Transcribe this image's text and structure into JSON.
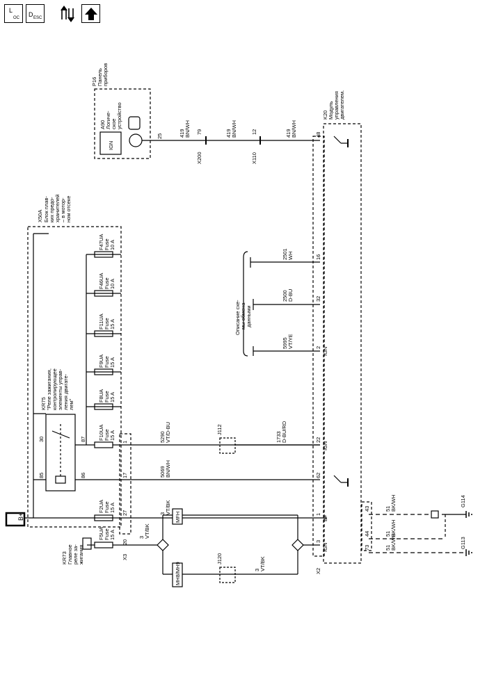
{
  "toolbar": {
    "loc_label": "L",
    "loc_sub": "OC",
    "desc_label": "D",
    "desc_sub": "ESC"
  },
  "battery": {
    "label": "B+"
  },
  "fuse_block": {
    "id": "X50A",
    "name": [
      "Блок плав-",
      "ких предо-",
      "хранителей",
      "– в мотор-",
      "ном отсеке"
    ],
    "connector": "X3",
    "fuses": [
      {
        "id": "F47UA",
        "type": "Fuse",
        "rating": "10 A"
      },
      {
        "id": "F46UA",
        "type": "Fuse",
        "rating": "10 A"
      },
      {
        "id": "F11UA",
        "type": "Fuse",
        "rating": "15 A"
      },
      {
        "id": "F9UA",
        "type": "Fuse",
        "rating": "15 A"
      },
      {
        "id": "F8UA",
        "type": "Fuse",
        "rating": "15 A"
      },
      {
        "id": "F10UA",
        "type": "Fuse",
        "rating": "15 A"
      },
      {
        "id": "F2UA",
        "type": "Fuse",
        "rating": "15 A"
      },
      {
        "id": "F5UA",
        "type": "Fuse",
        "rating": "15 A"
      }
    ],
    "pins": [
      "1",
      "17",
      "27",
      "20"
    ]
  },
  "relay_kr75": {
    "id": "KR75",
    "name": [
      "\"Реле зажигания,",
      "контролирующее",
      "элементы управ-",
      "ления двигате-",
      "лем\""
    ],
    "pins": [
      "30",
      "85",
      "86",
      "87"
    ]
  },
  "relay_kr73": {
    "id": "KR73",
    "name": [
      "Главное",
      "реле за-",
      "жигания"
    ]
  },
  "instrument_panel": {
    "id": "P16",
    "name": [
      "Панель",
      "приборов"
    ],
    "indicator_id": "A90",
    "indicator_name": [
      "Логиче-",
      "ское",
      "устройство"
    ],
    "ign_label": "IGN",
    "pin": "25"
  },
  "ecm": {
    "id": "K20",
    "name": [
      "Модуль",
      "управления",
      "двигателем."
    ],
    "connector": "X2",
    "pins": [
      "48",
      "16",
      "32",
      "2",
      "22",
      "62",
      "1",
      "3",
      "43",
      "44",
      "73"
    ],
    "pin_labels": [
      "IGN",
      "IGN",
      "B+",
      "IGN"
    ]
  },
  "wires": [
    {
      "circuit": "419",
      "color": "BN/WH"
    },
    {
      "circuit": "419",
      "color": "BN/WH"
    },
    {
      "circuit": "419",
      "color": "BN/WH"
    },
    {
      "circuit": "2501",
      "color": "WH"
    },
    {
      "circuit": "2500",
      "color": "D-BU"
    },
    {
      "circuit": "5995",
      "color": "VT/YE"
    },
    {
      "circuit": "5290",
      "color": "VT/D-BU"
    },
    {
      "circuit": "1733",
      "color": "D-BU/RD"
    },
    {
      "circuit": "5069",
      "color": "BN/WH"
    },
    {
      "circuit": "3",
      "color": "VT/BK"
    },
    {
      "circuit": "3",
      "color": "VT/BK"
    },
    {
      "circuit": "3",
      "color": "VT/BK"
    },
    {
      "circuit": "51",
      "color": "BK/WH"
    },
    {
      "circuit": "51",
      "color": "BK/WH"
    },
    {
      "circuit": "51",
      "color": "BK/WH"
    }
  ],
  "connectors": {
    "x200": {
      "id": "X200",
      "pin": "79"
    },
    "x110": {
      "id": "X110",
      "pin": "12"
    }
  },
  "splices": [
    "J112",
    "J120"
  ],
  "components": [
    "MFH",
    "MH8/MH9"
  ],
  "grounds": [
    "G114",
    "G113"
  ],
  "data_bus_note": [
    "Описание схе-",
    "мы обмена",
    "данными"
  ]
}
